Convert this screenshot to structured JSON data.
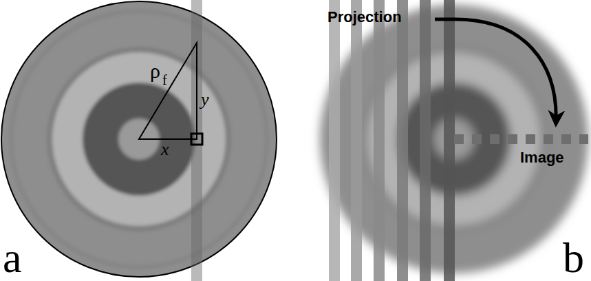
{
  "diagram": {
    "labels": [
      "a",
      "ρ",
      "f",
      "y",
      "x",
      "Projection",
      "Image",
      "b"
    ]
  }
}
